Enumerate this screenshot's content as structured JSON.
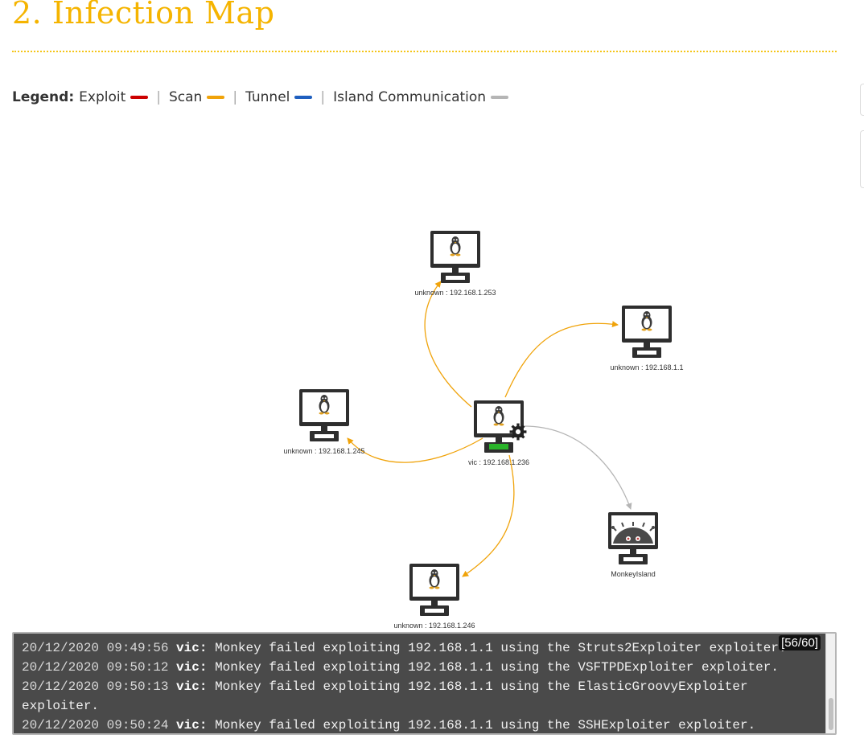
{
  "page": {
    "title": "2. Infection Map"
  },
  "legend": {
    "title": "Legend:",
    "items": [
      {
        "label": "Exploit",
        "color": "#cc0000"
      },
      {
        "label": "Scan",
        "color": "#f0a30a"
      },
      {
        "label": "Tunnel",
        "color": "#1f5fbf"
      },
      {
        "label": "Island Communication",
        "color": "#b5b5b5"
      }
    ],
    "separator": "|"
  },
  "map": {
    "nodes": [
      {
        "id": "n253",
        "label": "unknown : 192.168.1.253",
        "icon": "linux-monitor-icon"
      },
      {
        "id": "n1",
        "label": "unknown : 192.168.1.1",
        "icon": "linux-monitor-icon"
      },
      {
        "id": "n245",
        "label": "unknown : 192.168.1.245",
        "icon": "linux-monitor-icon"
      },
      {
        "id": "n236",
        "label": "vic : 192.168.1.236",
        "icon": "linux-monitor-running-icon"
      },
      {
        "id": "island",
        "label": "MonkeyIsland",
        "icon": "monkey-island-icon"
      },
      {
        "id": "n246",
        "label": "unknown : 192.168.1.246",
        "icon": "linux-monitor-icon"
      }
    ],
    "edges": [
      {
        "from": "n236",
        "to": "n253",
        "type": "Scan"
      },
      {
        "from": "n236",
        "to": "n1",
        "type": "Scan"
      },
      {
        "from": "n236",
        "to": "n245",
        "type": "Scan"
      },
      {
        "from": "n236",
        "to": "n246",
        "type": "Scan"
      },
      {
        "from": "n236",
        "to": "island",
        "type": "Island Communication"
      }
    ]
  },
  "log": {
    "counter": "[56/60]",
    "lines": [
      {
        "ts": "20/12/2020 09:49:56",
        "src": "vic:",
        "msg": "Monkey failed exploiting 192.168.1.1 using the Struts2Exploiter exploiter."
      },
      {
        "ts": "20/12/2020 09:50:12",
        "src": "vic:",
        "msg": "Monkey failed exploiting 192.168.1.1 using the VSFTPDExploiter exploiter."
      },
      {
        "ts": "20/12/2020 09:50:13",
        "src": "vic:",
        "msg": "Monkey failed exploiting 192.168.1.1 using the ElasticGroovyExploiter exploiter."
      },
      {
        "ts": "20/12/2020 09:50:24",
        "src": "vic:",
        "msg": "Monkey failed exploiting 192.168.1.1 using the SSHExploiter exploiter."
      }
    ]
  }
}
